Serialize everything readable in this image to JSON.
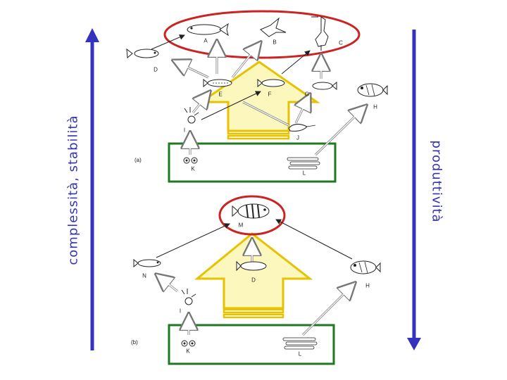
{
  "left_label": "complessità, stabilità",
  "right_label": "produttività",
  "panel_a": {
    "tag": "(a)",
    "nodes": {
      "A": "A",
      "B": "B",
      "C": "C",
      "D": "D",
      "E": "E",
      "F": "F",
      "G": "G",
      "H": "H",
      "I": "I",
      "J": "J",
      "K": "K",
      "L": "L"
    }
  },
  "panel_b": {
    "tag": "(b)",
    "nodes": {
      "M": "M",
      "N": "N",
      "D": "D",
      "H": "H",
      "I": "I",
      "K": "K",
      "L": "L"
    }
  },
  "colors": {
    "blue_arrow": "#3333c0",
    "red_ellipse": "#cc2222",
    "green_box": "#1e7a1e",
    "yellow_fill": "#fbf6b0",
    "yellow_stroke": "#e6c200"
  }
}
